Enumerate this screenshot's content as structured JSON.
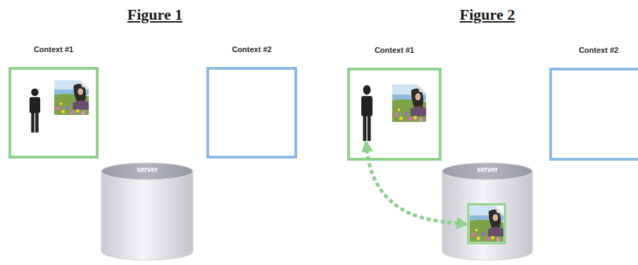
{
  "diagram": {
    "nodes": [
      {
        "text": [
          "Context #1"
        ]
      },
      {
        "text": [
          "Context #2"
        ]
      },
      {
        "text": [
          "server"
        ]
      },
      {
        "text": [
          "Context #1"
        ]
      },
      {
        "text": [
          "Context #2"
        ]
      },
      {
        "text": [
          "server"
        ]
      }
    ],
    "edges": [
      {
        "from": 3,
        "to": 5,
        "arrow": "both"
      }
    ],
    "labels": [
      "Figure 1",
      "Figure 2"
    ]
  }
}
